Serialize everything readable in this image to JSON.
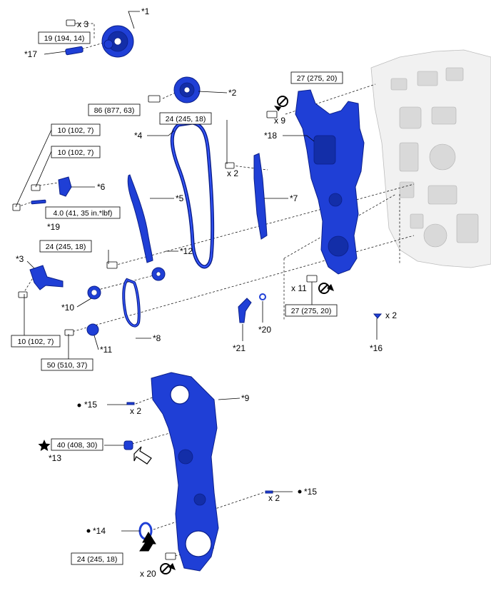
{
  "callouts": {
    "c1": "*1",
    "c2": "*2",
    "c3": "*3",
    "c4": "*4",
    "c5": "*5",
    "c6": "*6",
    "c7": "*7",
    "c8": "*8",
    "c9": "*9",
    "c10": "*10",
    "c11": "*11",
    "c12": "*12",
    "c13": "*13",
    "c14": "*14",
    "c15a": "*15",
    "c15b": "*15",
    "c16": "*16",
    "c17": "*17",
    "c18": "*18",
    "c19": "*19",
    "c20": "*20",
    "c21": "*21"
  },
  "torques": {
    "t_camgear_bolt": "19 (194, 14)",
    "t_exhaust_gear": "86 (877, 63)",
    "t_cover_bolt_upper": "27 (275, 20)",
    "t_guide7": "24 (245, 18)",
    "t_sensor_a": "10 (102, 7)",
    "t_sensor_b": "10 (102, 7)",
    "t_plug19": "4.0 (41, 35 in.*lbf)",
    "t_chain_guide": "24 (245, 18)",
    "t_ocv3": "10 (102, 7)",
    "t_idle_gear": "50 (510, 37)",
    "t_cover_bolt_lower": "27 (275, 20)",
    "t_bolt13": "40 (408, 30)",
    "t_cover9": "24 (245, 18)"
  },
  "quantities": {
    "q_x3": "x 3",
    "q_x9": "x 9",
    "q_x2_guide": "x 2",
    "q_x11": "x 11",
    "q_x2_16": "x 2",
    "q_x2_15a": "x 2",
    "q_x2_15b": "x 2",
    "q_x20": "x 20"
  },
  "icons": {
    "star": "star-icon",
    "dot": "bullet-dot-icon",
    "no_reuse": "do-not-reuse-icon",
    "arrow": "direction-arrow-icon"
  },
  "colors": {
    "part_blue": "#1f3fd6",
    "engine_gray": "#f1f1f1"
  }
}
